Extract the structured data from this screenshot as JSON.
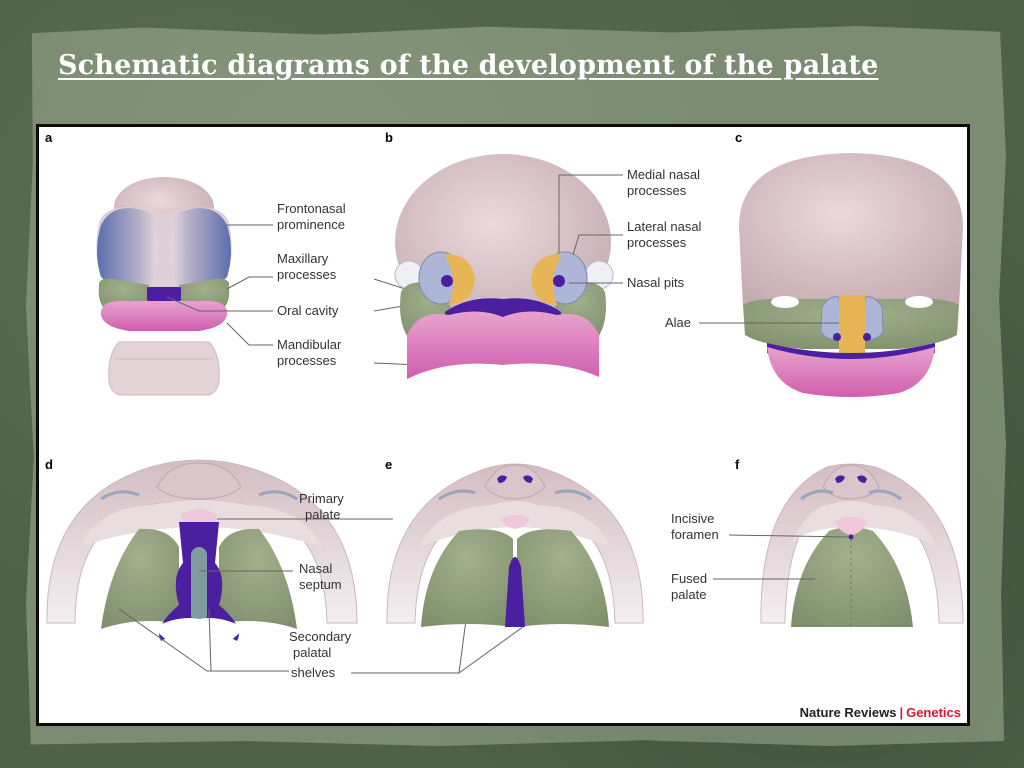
{
  "title": "Schematic diagrams of the development of the palate",
  "panels": {
    "a": {
      "letter": "a"
    },
    "b": {
      "letter": "b"
    },
    "c": {
      "letter": "c"
    },
    "d": {
      "letter": "d"
    },
    "e": {
      "letter": "e"
    },
    "f": {
      "letter": "f"
    }
  },
  "labels": {
    "frontonasal_1": "Frontonasal",
    "frontonasal_2": "prominence",
    "maxillary_1": "Maxillary",
    "maxillary_2": "processes",
    "oral_cavity": "Oral cavity",
    "mandibular_1": "Mandibular",
    "mandibular_2": "processes",
    "medial_nasal_1": "Medial nasal",
    "medial_nasal_2": "processes",
    "lateral_nasal_1": "Lateral nasal",
    "lateral_nasal_2": "processes",
    "nasal_pits": "Nasal pits",
    "alae": "Alae",
    "primary_palate_1": "Primary",
    "primary_palate_2": "palate",
    "nasal_septum_1": "Nasal",
    "nasal_septum_2": "septum",
    "secondary_1": "Secondary",
    "secondary_2": "palatal",
    "secondary_3": "shelves",
    "incisive_1": "Incisive",
    "incisive_2": "foramen",
    "fused_1": "Fused",
    "fused_2": "palate"
  },
  "credit": {
    "publisher": "Nature Reviews",
    "separator": "|",
    "journal": "Genetics"
  },
  "colors": {
    "pink_tan": "#cdb5b9",
    "blue": "#5f72a6",
    "green": "#8d9c78",
    "purple": "#4b1fa0",
    "magenta": "#d271b5",
    "orange": "#e8b556",
    "septum": "#7f9ba0"
  }
}
